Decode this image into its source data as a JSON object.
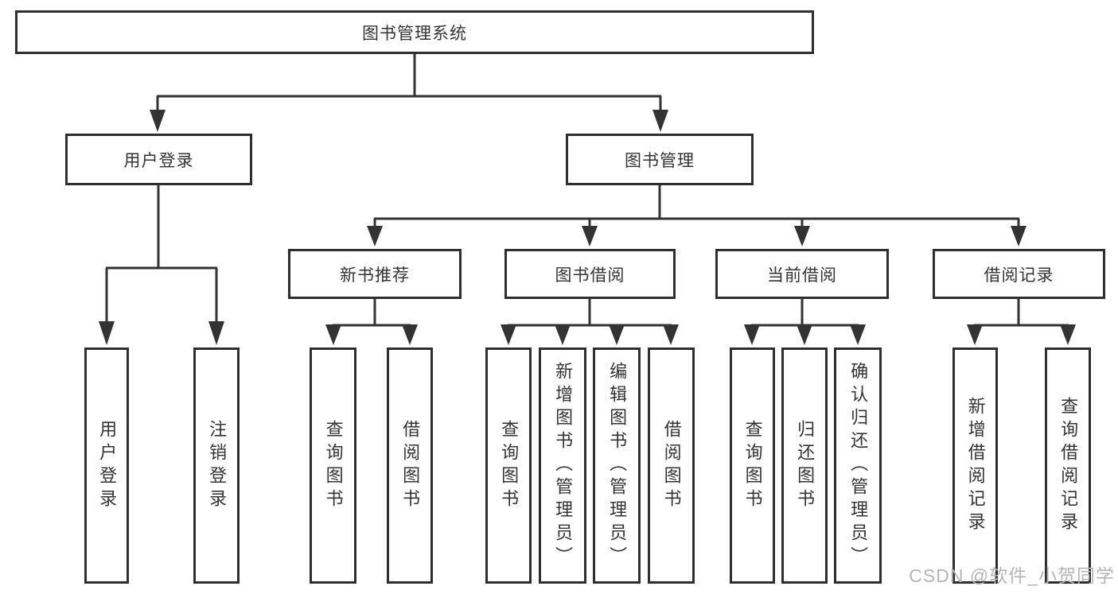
{
  "diagram": {
    "root": {
      "label": "图书管理系统"
    },
    "branches": {
      "user_login": {
        "label": "用户登录",
        "children": [
          "用户登录",
          "注销登录"
        ]
      },
      "book_management": {
        "label": "图书管理",
        "sections": {
          "new_book": {
            "label": "新书推荐",
            "children": [
              "查询图书",
              "借阅图书"
            ]
          },
          "borrow": {
            "label": "图书借阅",
            "children": [
              "查询图书",
              "新增图书（管理员）",
              "编辑图书（管理员）",
              "借阅图书"
            ]
          },
          "current": {
            "label": "当前借阅",
            "children": [
              "查询图书",
              "归还图书",
              "确认归还（管理员）"
            ]
          },
          "records": {
            "label": "借阅记录",
            "children": [
              "新增借阅记录",
              "查询借阅记录"
            ]
          }
        }
      }
    }
  },
  "watermark": {
    "text": "CSDN @软件_小贺同学"
  },
  "colors": {
    "line": "#333333",
    "box_border": "#2e2e2e",
    "text": "#333333",
    "watermark": "#b5b5b5",
    "background": "#ffffff"
  }
}
